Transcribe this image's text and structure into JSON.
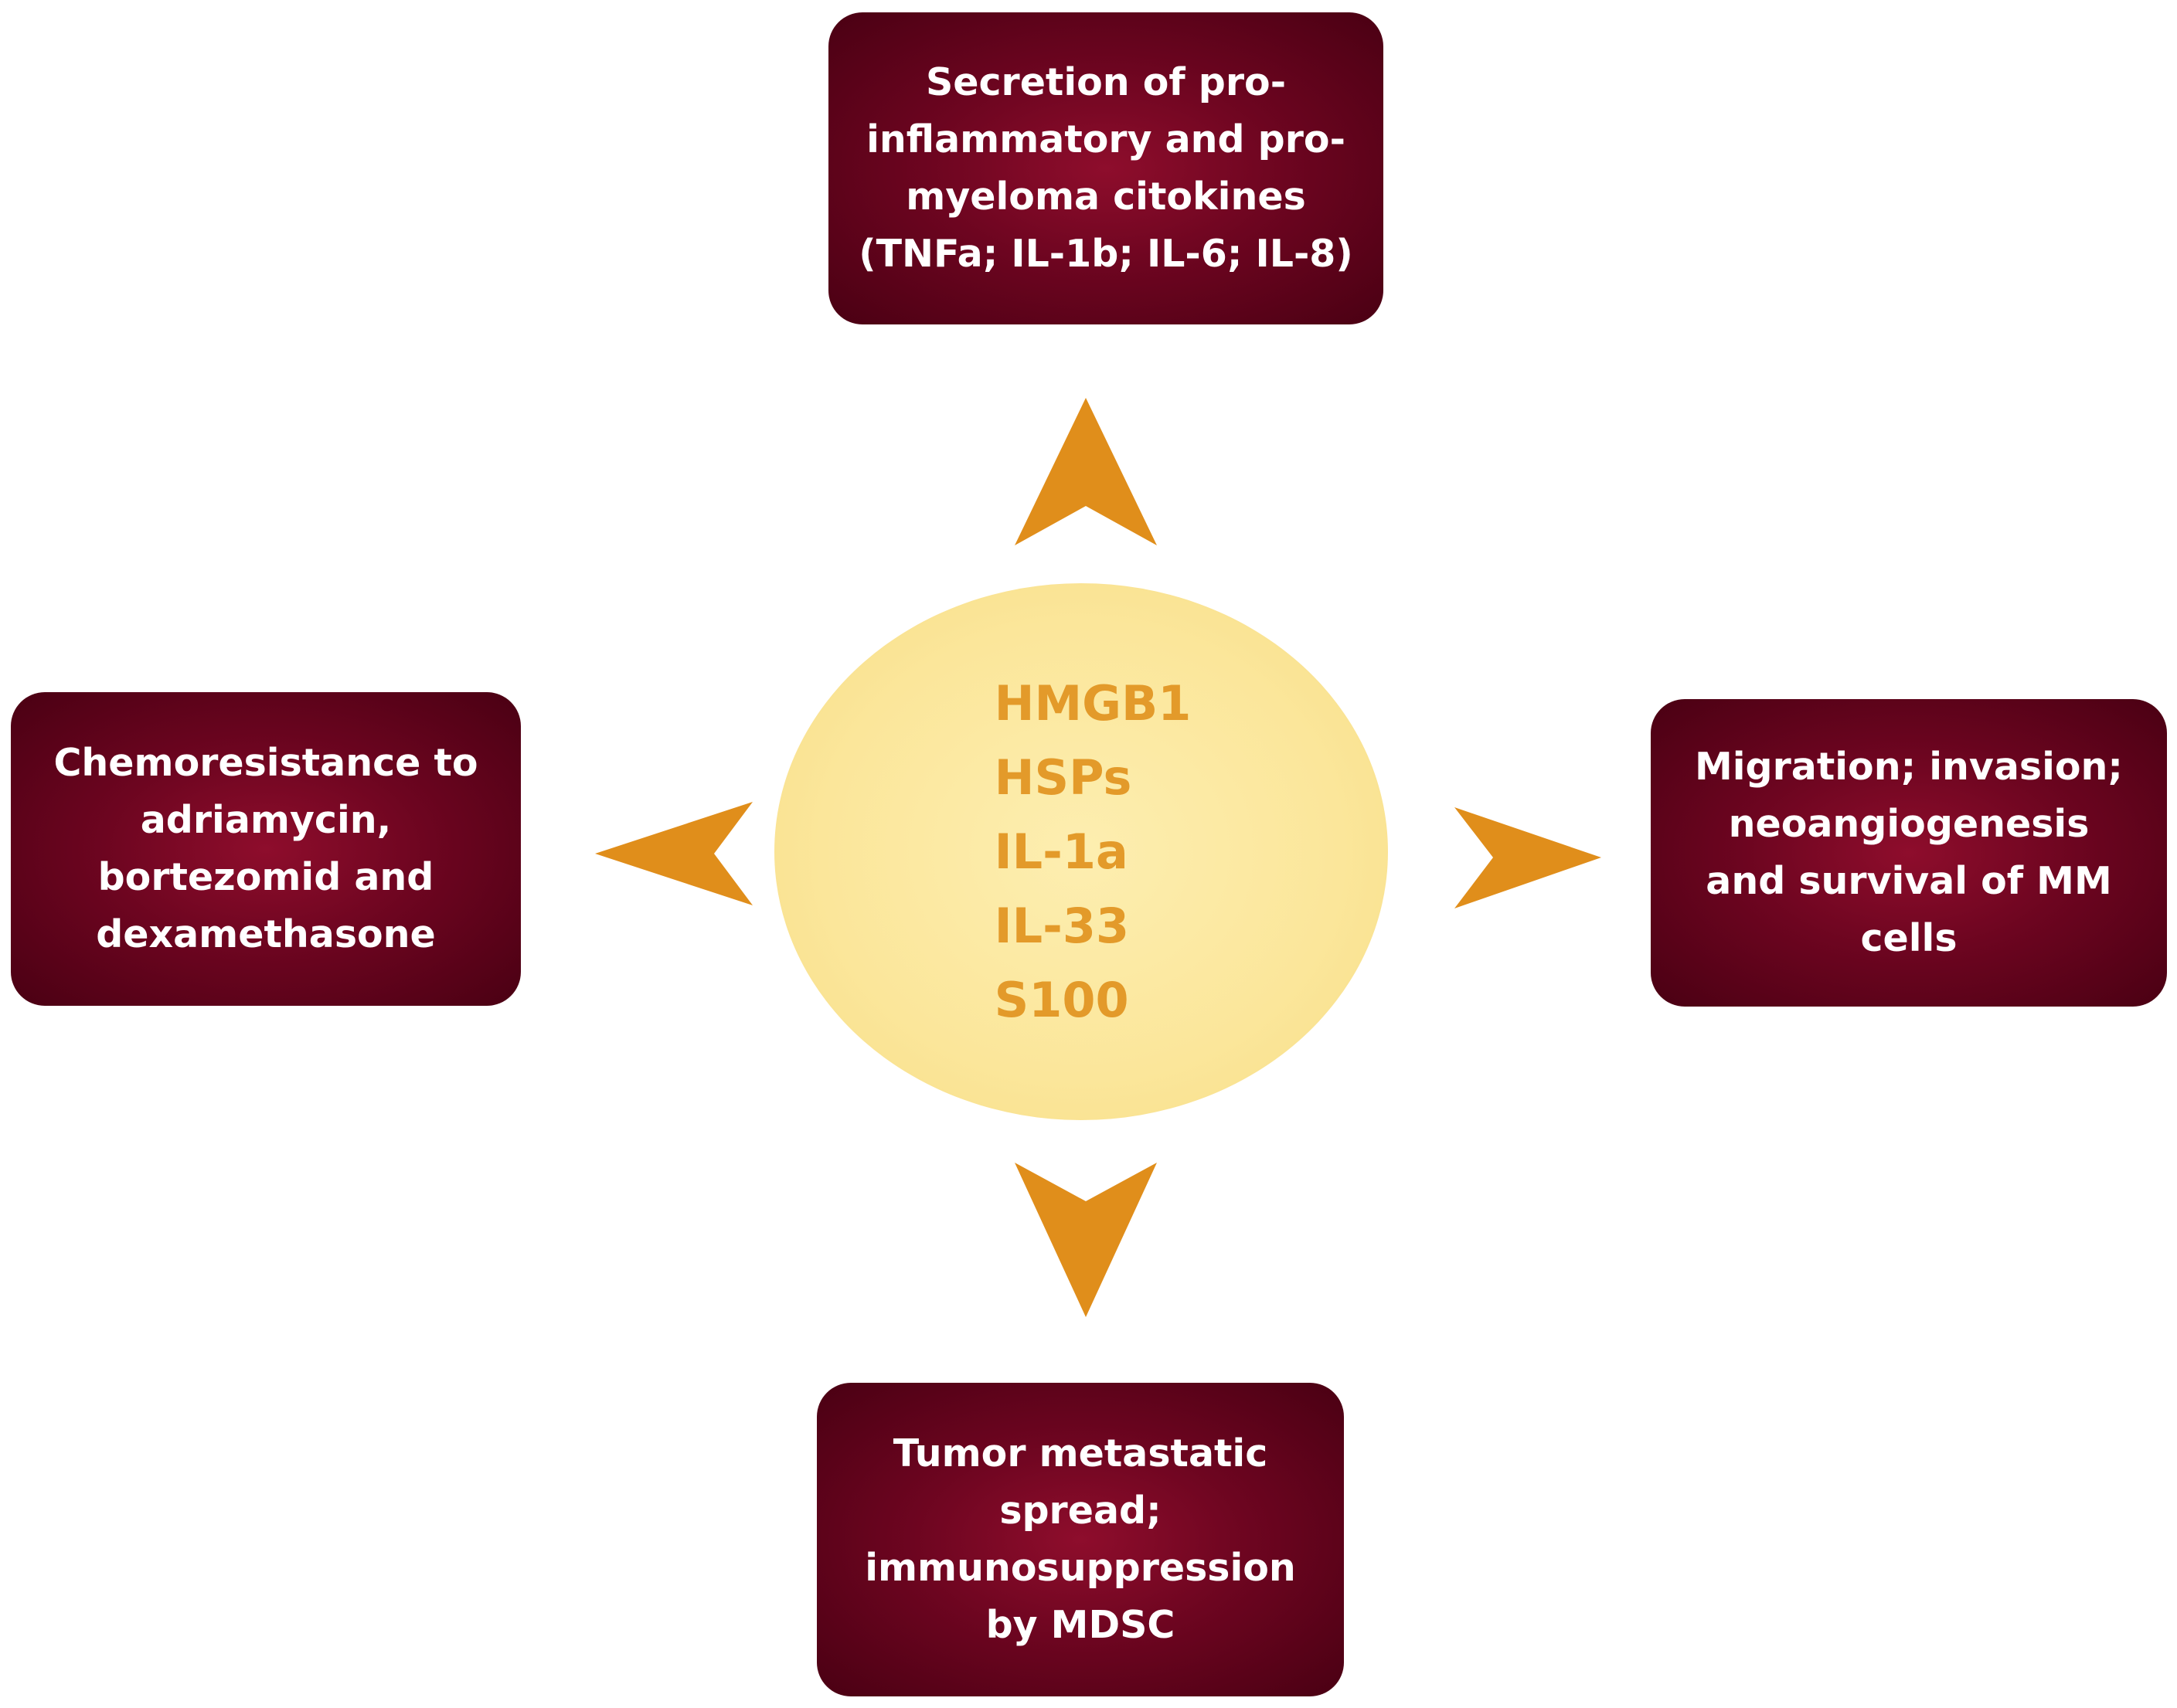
{
  "center": {
    "items": [
      "HMGB1",
      "HSPs",
      "IL-1a",
      "IL-33",
      "S100"
    ],
    "text_color": "#e39a2a",
    "fill_color": "#fbe69a"
  },
  "boxes": {
    "top": "Secretion of pro-\ninflammatory and pro-\nmyeloma citokines\n(TNFa; IL-1b; IL-6; IL-8)",
    "left": "Chemoresistance to\nadriamycin,\nbortezomid and\ndexamethasone",
    "right": "Migration; invasion;\nneoangiogenesis\nand survival of MM\ncells",
    "bottom": "Tumor metastatic\nspread;\nimmunosuppression\nby MDSC"
  },
  "colors": {
    "box_fill": "#6d0520",
    "arrow": "#e08e1b"
  }
}
